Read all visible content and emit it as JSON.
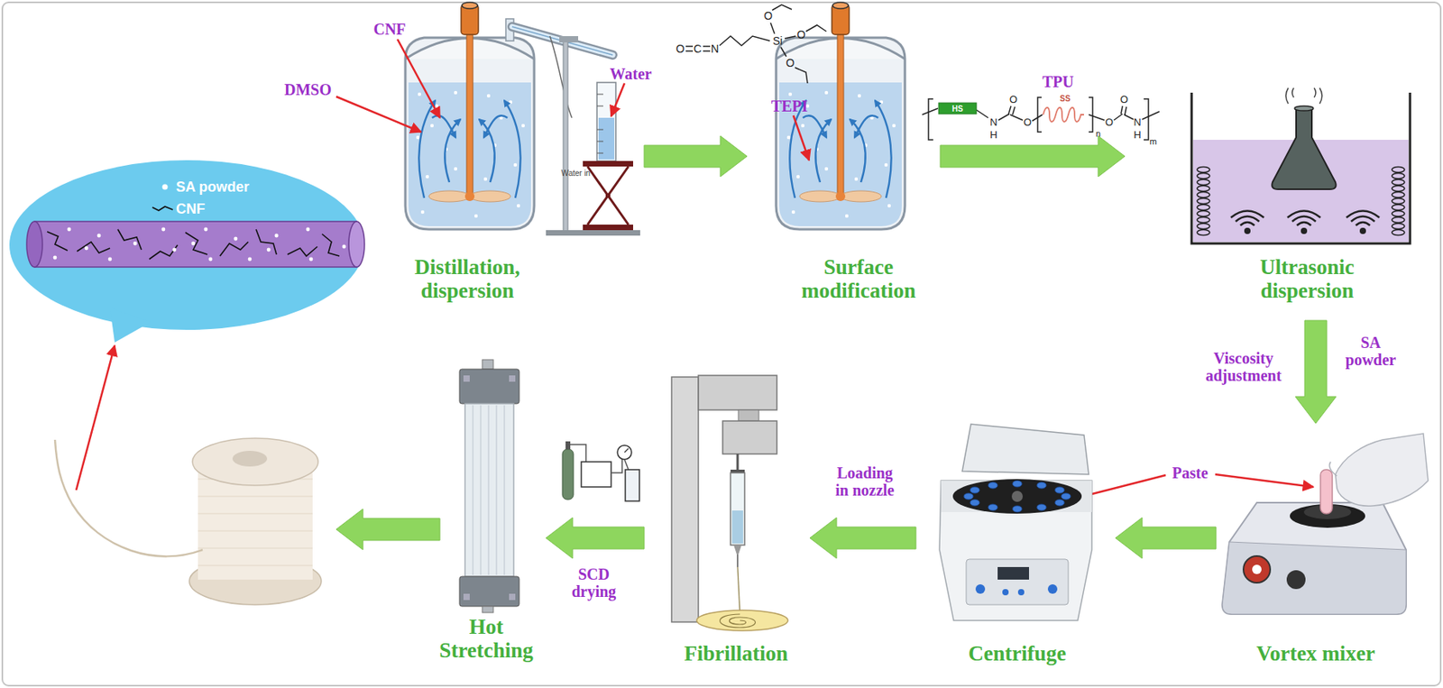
{
  "diagram": {
    "nodes": [
      {
        "text": [
          "Distillation, dispersion"
        ]
      },
      {
        "text": [
          "Surface modification"
        ]
      },
      {
        "text": [
          "Ultrasonic dispersion"
        ]
      },
      {
        "text": [
          "Vortex mixer"
        ]
      },
      {
        "text": [
          "Centrifuge"
        ]
      },
      {
        "text": [
          "Fibrillation"
        ]
      },
      {
        "text": [
          "Hot Stretching"
        ]
      }
    ],
    "edges": [
      {
        "from": 0,
        "to": 1,
        "arrow": "to"
      },
      {
        "from": 1,
        "to": 2,
        "arrow": "to"
      },
      {
        "from": 2,
        "to": 3,
        "arrow": "to",
        "label": "Viscosity adjustment"
      },
      {
        "from": 3,
        "to": 4,
        "arrow": "to"
      },
      {
        "from": 4,
        "to": 5,
        "arrow": "to",
        "label": "Loading in nozzle"
      },
      {
        "from": 5,
        "to": 6,
        "arrow": "to",
        "label": "SCD drying"
      }
    ],
    "labels": [
      "CNF",
      "DMSO",
      "Water",
      "Water in",
      "TEPI",
      "O",
      "C",
      "N",
      "Si",
      "O",
      "O",
      "O",
      "TPU",
      "HS",
      "N",
      "H",
      "O",
      "O",
      "SS",
      "n",
      "O",
      "O",
      "N",
      "H",
      "m",
      "SA powder",
      "Paste"
    ],
    "legend": [
      {
        "text": "SA powder"
      },
      {
        "text": "CNF"
      }
    ]
  }
}
